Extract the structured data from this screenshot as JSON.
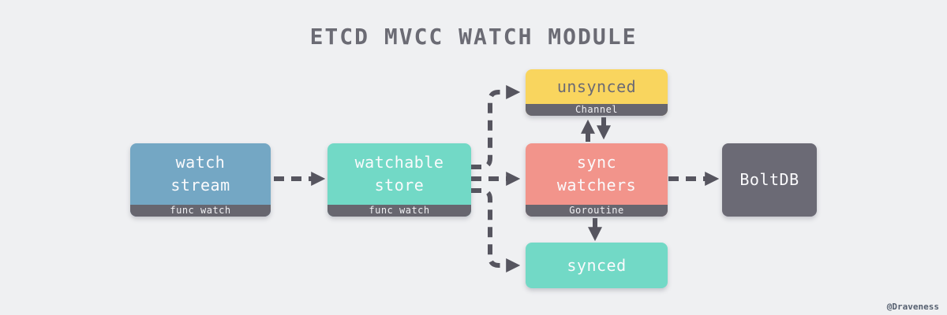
{
  "title": "ETCD MVCC WATCH MODULE",
  "attribution": "@Draveness",
  "colors": {
    "background": "#eff0f2",
    "title_text": "#6b6b74",
    "arrow": "#56555f",
    "footer_band": "#67666f",
    "blue": "#74a7c4",
    "teal": "#72d9c6",
    "yellow": "#f9d55e",
    "salmon": "#f2948b",
    "dark": "#6b6a75"
  },
  "nodes": {
    "watch_stream": {
      "label": "watch\nstream",
      "footer": "func watch",
      "color": "#74a7c4"
    },
    "watchable_store": {
      "label": "watchable\nstore",
      "footer": "func watch",
      "color": "#72d9c6"
    },
    "unsynced": {
      "label": "unsynced",
      "footer": "Channel",
      "color": "#f9d55e"
    },
    "sync_watchers": {
      "label": "sync\nwatchers",
      "footer": "Goroutine",
      "color": "#f2948b"
    },
    "synced": {
      "label": "synced",
      "color": "#72d9c6"
    },
    "boltdb": {
      "label": "BoltDB",
      "color": "#6b6a75"
    }
  },
  "edges": [
    {
      "from": "watch_stream",
      "to": "watchable_store"
    },
    {
      "from": "watchable_store",
      "to": "unsynced"
    },
    {
      "from": "watchable_store",
      "to": "sync_watchers"
    },
    {
      "from": "watchable_store",
      "to": "synced"
    },
    {
      "from": "sync_watchers",
      "to": "unsynced"
    },
    {
      "from": "unsynced",
      "to": "sync_watchers"
    },
    {
      "from": "sync_watchers",
      "to": "synced"
    },
    {
      "from": "sync_watchers",
      "to": "boltdb"
    }
  ]
}
